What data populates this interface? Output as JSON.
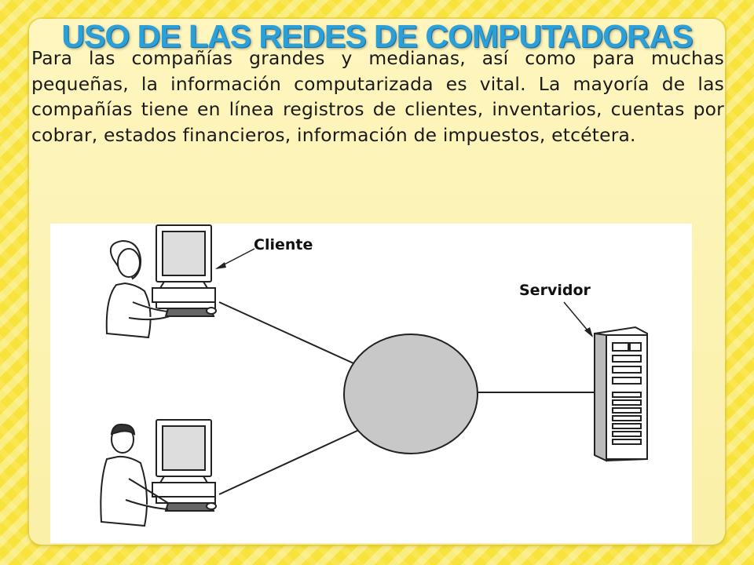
{
  "slide": {
    "title": "USO DE LAS REDES DE COMPUTADORAS",
    "body": "Para las compañías grandes y medianas, así como para muchas pequeñas, la información computarizada es vital. La mayoría de las compañías tiene en línea registros de clientes, inventarios, cuentas por cobrar, estados financieros, información de impuestos, etcétera."
  },
  "diagram": {
    "client_label": "Cliente",
    "server_label": "Servidor"
  },
  "colors": {
    "title": "#2a9fd8",
    "background": "#f7e33c",
    "network_cloud": "#c8c8c8"
  }
}
